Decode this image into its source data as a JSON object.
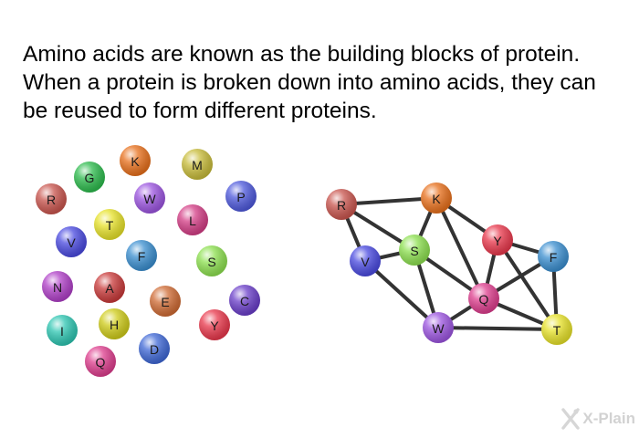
{
  "caption": "Amino acids are known as the building blocks of protein. When a protein is broken down into amino acids, they can be reused to form different proteins.",
  "brand": {
    "text": "X-Plain",
    "icon": "x-plain-logo-icon"
  },
  "colors": {
    "R": "#c9554e",
    "G": "#2dbb4d",
    "K": "#e8701c",
    "M": "#c8bc3a",
    "W": "#9c55e0",
    "P": "#4e59dc",
    "T": "#e7e22a",
    "L": "#d43e86",
    "V": "#4a4ae0",
    "F": "#3b8fd0",
    "S": "#8de050",
    "N": "#b040c8",
    "A": "#c93a3a",
    "E": "#cf6b34",
    "C": "#6a3ec9",
    "I": "#2ec6b2",
    "H": "#cfcc1a",
    "Y": "#e9384c",
    "Q": "#de3e8e",
    "D": "#3f68d6",
    "edge": "#333333"
  },
  "pool": {
    "acids": [
      "G",
      "K",
      "M",
      "R",
      "W",
      "P",
      "T",
      "L",
      "V",
      "F",
      "S",
      "N",
      "A",
      "E",
      "C",
      "I",
      "H",
      "Y",
      "Q",
      "D"
    ]
  },
  "protein": {
    "acids": [
      "R",
      "K",
      "S",
      "Y",
      "F",
      "V",
      "Q",
      "W",
      "T"
    ],
    "bonds": [
      [
        "R",
        "K"
      ],
      [
        "R",
        "S"
      ],
      [
        "R",
        "V"
      ],
      [
        "K",
        "S"
      ],
      [
        "K",
        "Y"
      ],
      [
        "K",
        "Q"
      ],
      [
        "V",
        "S"
      ],
      [
        "V",
        "W"
      ],
      [
        "S",
        "Q"
      ],
      [
        "S",
        "W"
      ],
      [
        "Y",
        "Q"
      ],
      [
        "Y",
        "F"
      ],
      [
        "Y",
        "T"
      ],
      [
        "F",
        "Q"
      ],
      [
        "F",
        "T"
      ],
      [
        "Q",
        "W"
      ],
      [
        "Q",
        "T"
      ],
      [
        "W",
        "T"
      ]
    ]
  }
}
